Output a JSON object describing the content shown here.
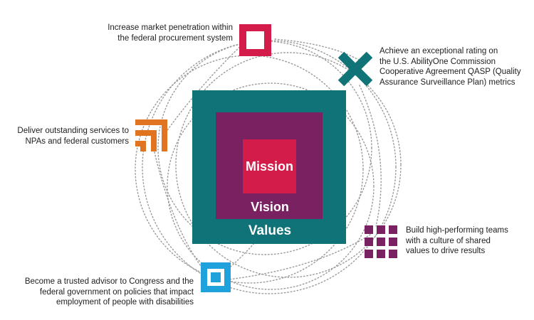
{
  "core": {
    "mission": "Mission",
    "vision": "Vision",
    "values": "Values"
  },
  "goals": [
    {
      "id": "market",
      "icon": "square-ring-icon",
      "color": "#d31c4a",
      "lines": [
        "Increase market penetration within",
        "the federal procurement system"
      ]
    },
    {
      "id": "rating",
      "icon": "x-cross-icon",
      "color": "#0f7377",
      "lines": [
        "Achieve an exceptional rating on",
        "the U.S. AbilityOne Commission",
        "Cooperative Agreement QASP (Quality",
        "Assurance Surveillance Plan) metrics"
      ]
    },
    {
      "id": "services",
      "icon": "nested-corners-icon",
      "color": "#e07421",
      "lines": [
        "Deliver outstanding services to",
        "NPAs and federal customers"
      ]
    },
    {
      "id": "teams",
      "icon": "grid-icon",
      "color": "#7a2161",
      "lines": [
        "Build high-performing teams",
        "with a culture of shared",
        "values to drive results"
      ]
    },
    {
      "id": "advisor",
      "icon": "square-ring-icon",
      "color": "#1fa1dc",
      "lines": [
        "Become a trusted advisor to Congress and the",
        "federal government on policies that impact",
        "employment of people with disabilities"
      ]
    }
  ]
}
